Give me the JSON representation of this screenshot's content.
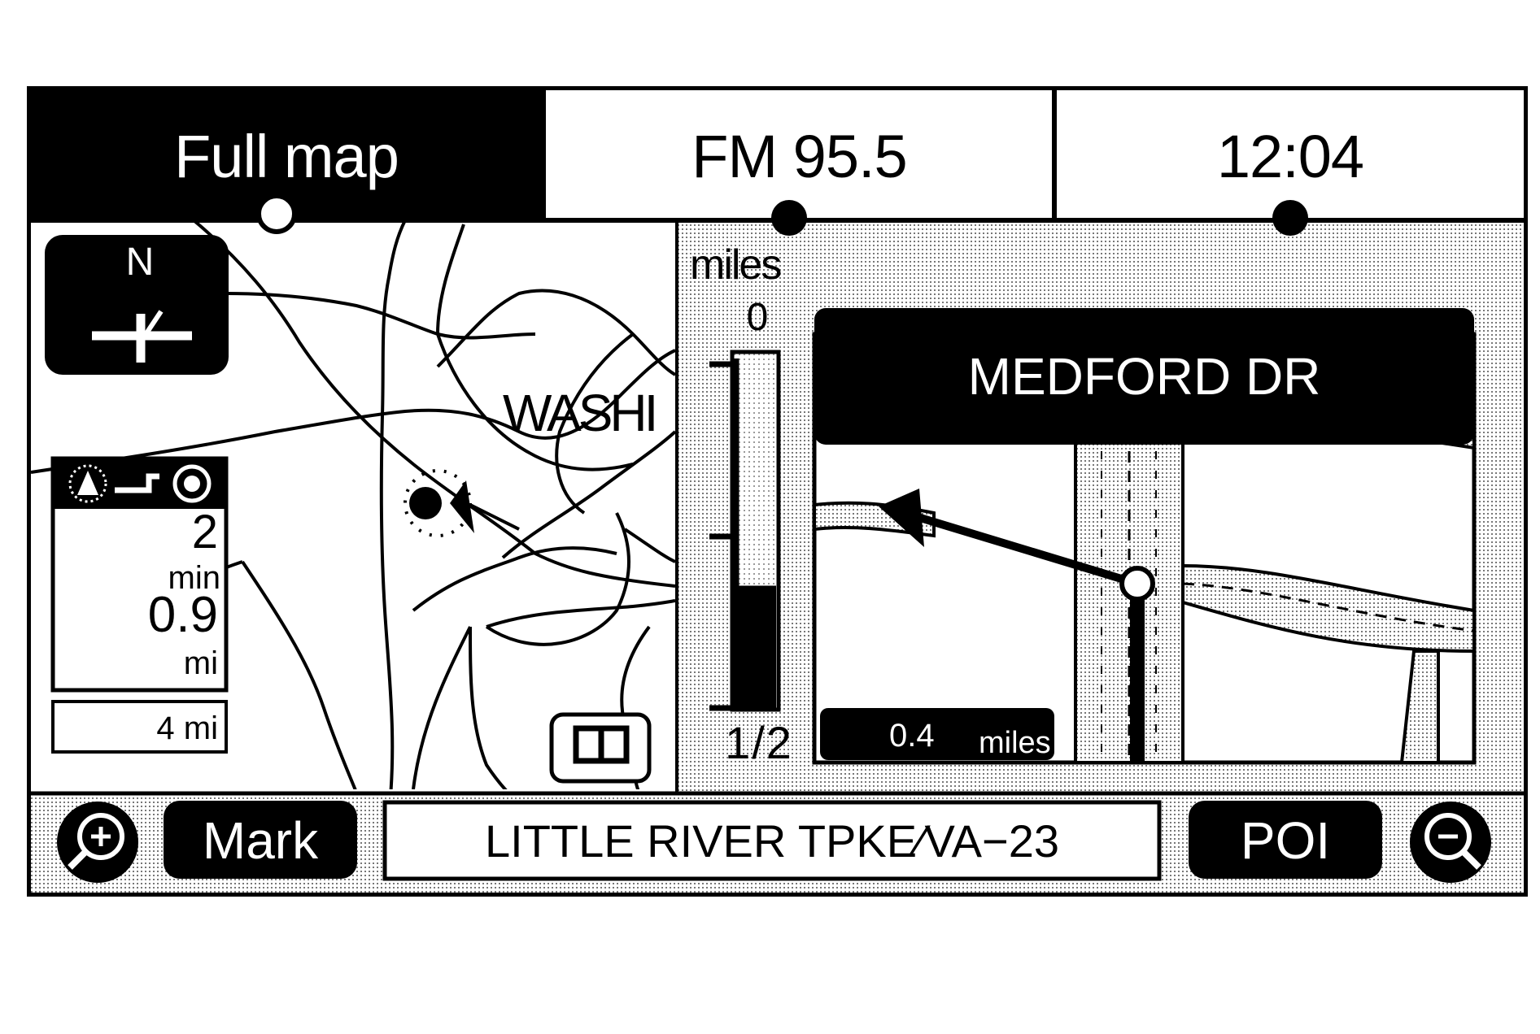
{
  "tabs": [
    {
      "label": "Full map",
      "active": true
    },
    {
      "label": "FM 95.5",
      "active": false
    },
    {
      "label": "12:04",
      "active": false
    }
  ],
  "compass": {
    "label": "N",
    "icon": "north-heading-icon"
  },
  "guidance": {
    "icons": [
      "gps-signal-icon",
      "turn-arrow-icon",
      "destination-icon"
    ],
    "time_value": "2",
    "time_unit": "min",
    "distance_value": "0.9",
    "distance_unit": "mi"
  },
  "scale": {
    "label": "4 mi"
  },
  "map": {
    "city_label": "WASHI"
  },
  "split_view_icon": "split-screen-icon",
  "distance_bar": {
    "unit": "miles",
    "top_label": "0",
    "bottom_label": "1/2",
    "fill_fraction": 0.35
  },
  "maneuver": {
    "street": "MEDFORD DR",
    "distance_value": "0.4",
    "distance_unit": "miles"
  },
  "bottom_bar": {
    "zoom_in_icon": "zoom-in-icon",
    "mark_label": "Mark",
    "current_road": "LITTLE RIVER TPKE∕VA−23",
    "poi_label": "POI",
    "zoom_out_icon": "zoom-out-icon"
  },
  "colors": {
    "ink": "#000000",
    "paper": "#ffffff",
    "stipple": "#9a9a9a"
  }
}
